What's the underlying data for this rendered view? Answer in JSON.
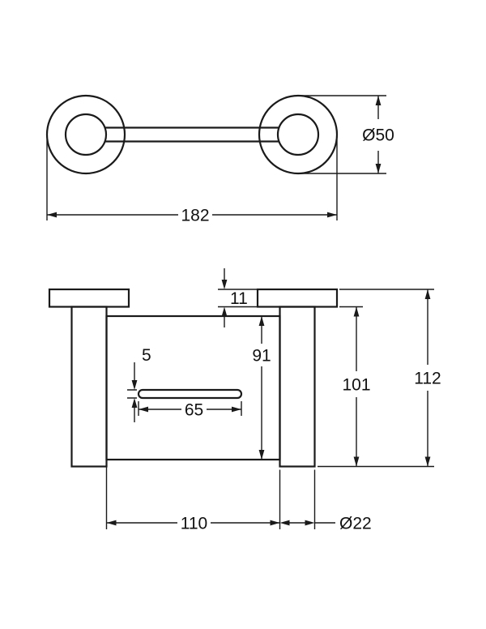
{
  "drawing": {
    "background": "#ffffff",
    "line_color": "#1a1a1a",
    "views": {
      "top": {
        "flange_diameter": "Ø50",
        "overall_width": "182"
      },
      "front": {
        "flange_thickness": "11",
        "lip_thickness": "5",
        "frame_height": "91",
        "post_length": "101",
        "overall_height": "112",
        "lip_width": "65",
        "frame_width": "110",
        "post_diameter": "Ø22"
      }
    }
  }
}
